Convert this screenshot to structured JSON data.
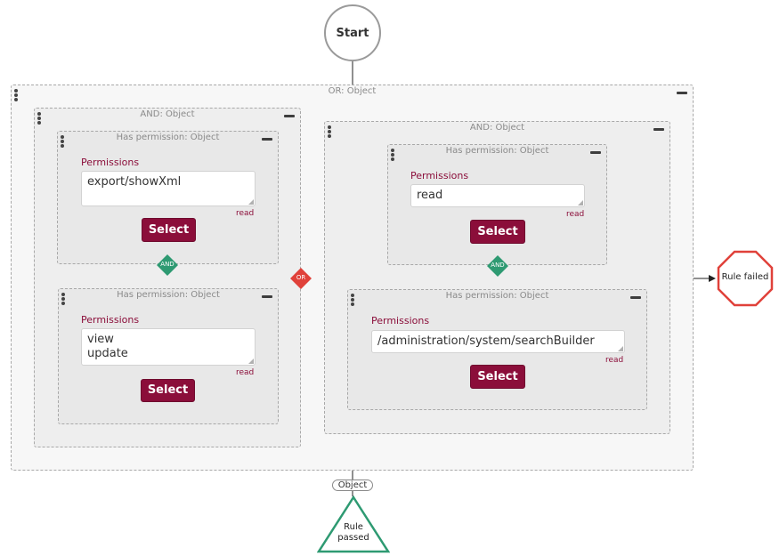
{
  "start": {
    "label": "Start"
  },
  "or_group": {
    "title": "OR: Object"
  },
  "and_group_left": {
    "title": "AND: Object"
  },
  "and_group_right": {
    "title": "AND: Object"
  },
  "cards": [
    {
      "title": "Has permission: Object",
      "permissions_label": "Permissions",
      "value_lines": [
        "export/showXml"
      ],
      "type_label": "read",
      "button_label": "Select"
    },
    {
      "title": "Has permission: Object",
      "permissions_label": "Permissions",
      "value_lines": [
        "view",
        "update"
      ],
      "type_label": "read",
      "button_label": "Select"
    },
    {
      "title": "Has permission: Object",
      "permissions_label": "Permissions",
      "value_lines": [
        "read"
      ],
      "type_label": "read",
      "button_label": "Select"
    },
    {
      "title": "Has permission: Object",
      "permissions_label": "Permissions",
      "value_lines": [
        "/administration/system/searchBuilder"
      ],
      "type_label": "read",
      "button_label": "Select"
    }
  ],
  "connectors": {
    "and_left": "AND",
    "and_right": "AND",
    "or": "OR"
  },
  "object_pill": {
    "label": "Object"
  },
  "rule_failed": {
    "label": "Rule failed"
  },
  "rule_passed": {
    "line1": "Rule",
    "line2": "passed"
  },
  "colors": {
    "accent": "#8b0e3a",
    "and_diamond": "#2e9a72",
    "or_diamond": "#e0413a",
    "failed": "#e0413a",
    "passed": "#2e9a72"
  }
}
